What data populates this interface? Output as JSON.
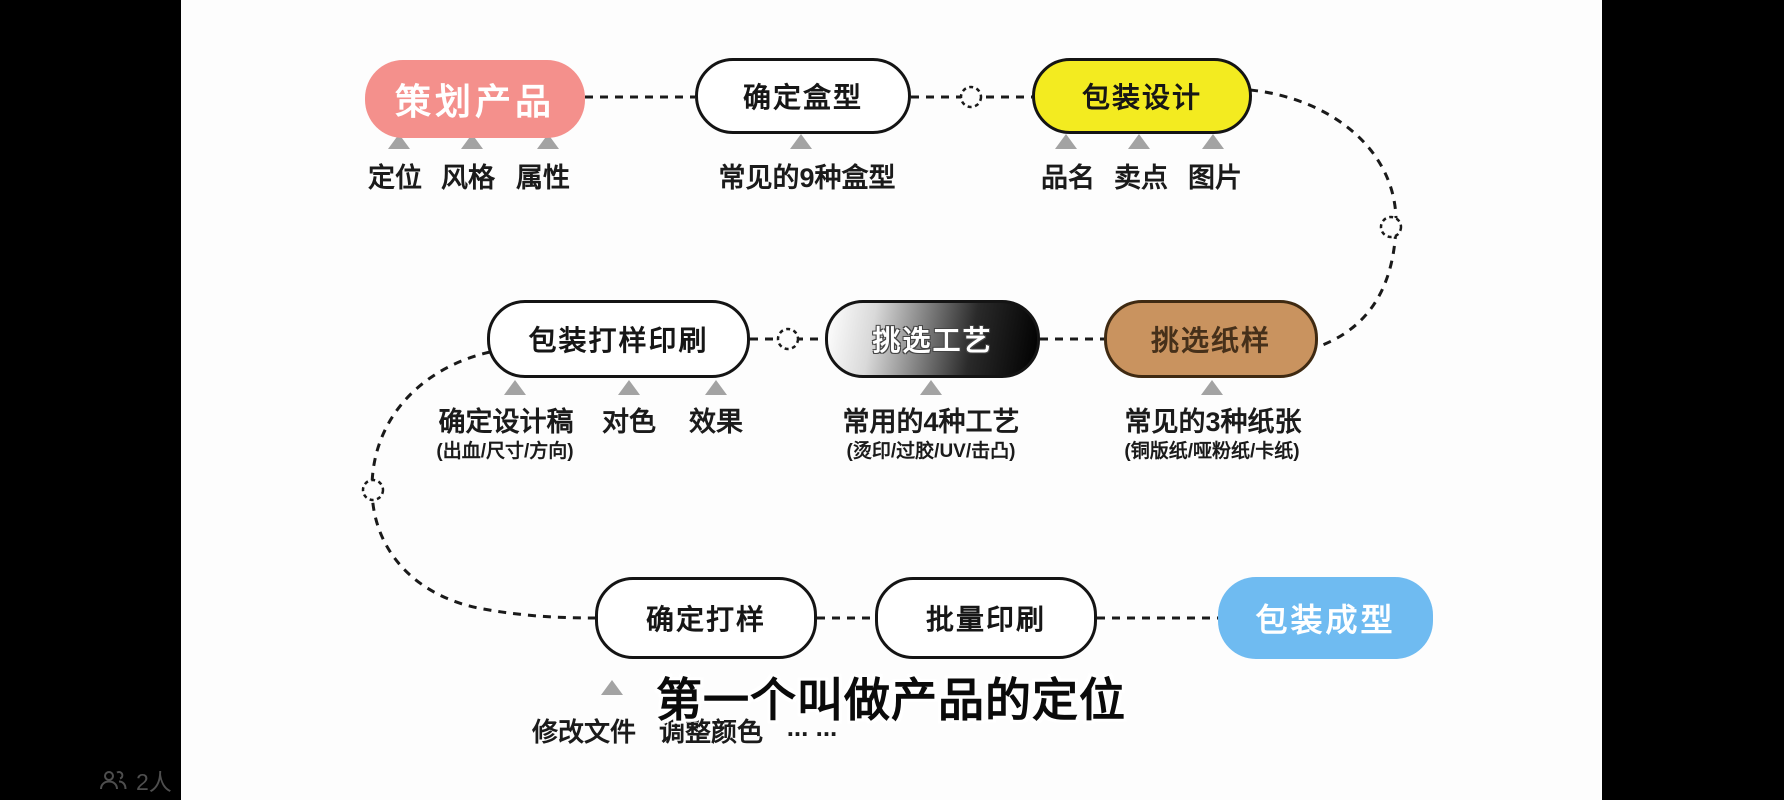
{
  "nodes": {
    "plan": {
      "label": "策划产品",
      "bg": "#F4908C",
      "text_color": "#FFFFFF"
    },
    "box_type": {
      "label": "确定盒型",
      "bg": "#FFFFFF"
    },
    "package_design": {
      "label": "包装设计",
      "bg": "#F3EB20"
    },
    "proof_print": {
      "label": "包装打样印刷",
      "bg": "#FFFFFF"
    },
    "craft": {
      "label": "挑选工艺",
      "bg": "gradient-white-to-black",
      "text_color": "#FFFFFF"
    },
    "paper": {
      "label": "挑选纸样",
      "bg": "#C9935F",
      "text_color": "#46301A"
    },
    "confirm_proof": {
      "label": "确定打样",
      "bg": "#FFFFFF"
    },
    "batch_print": {
      "label": "批量印刷",
      "bg": "#FFFFFF"
    },
    "package_done": {
      "label": "包装成型",
      "bg": "#6FBBF1",
      "text_color": "#FFFFFF"
    }
  },
  "annotations": {
    "plan_tags": [
      "定位",
      "风格",
      "属性"
    ],
    "box_type_note": "常见的9种盒型",
    "design_tags": [
      "品名",
      "卖点",
      "图片"
    ],
    "proof_tags": [
      "确定设计稿",
      "对色",
      "效果"
    ],
    "proof_sub": "(出血/尺寸/方向)",
    "craft_note": "常用的4种工艺",
    "craft_sub": "(烫印/过胶/UV/击凸)",
    "paper_note": "常见的3种纸张",
    "paper_sub": "(铜版纸/哑粉纸/卡纸)",
    "confirm_tags": [
      "修改文件",
      "调整颜色",
      "... ..."
    ]
  },
  "subtitle": {
    "text": "第一个叫做产品的定位"
  },
  "viewers": {
    "label": "2人",
    "icon": "people-icon"
  },
  "colors": {
    "background": "#000000",
    "canvas": "#FDFDFD",
    "line": "#1A1A1A",
    "triangle": "#A3A3A3",
    "label_text": "#1B1B1B"
  }
}
